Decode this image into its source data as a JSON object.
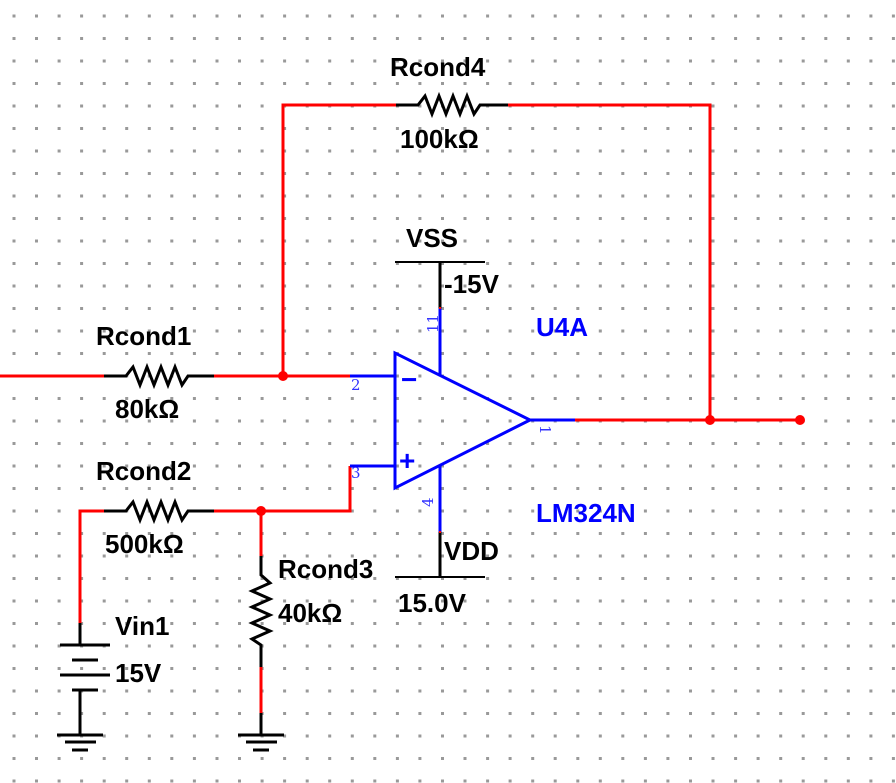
{
  "diagram": {
    "type": "schematic",
    "colors": {
      "wire": "#ff0000",
      "component": "#000000",
      "opamp": "#0000ff",
      "grid_dot": "#999999",
      "background": "#ffffff"
    },
    "components": {
      "rcond4": {
        "name": "Rcond4",
        "value": "100kΩ"
      },
      "rcond1": {
        "name": "Rcond1",
        "value": "80kΩ"
      },
      "rcond2": {
        "name": "Rcond2",
        "value": "500kΩ"
      },
      "rcond3": {
        "name": "Rcond3",
        "value": "40kΩ"
      },
      "vin1": {
        "name": "Vin1",
        "value": "15V"
      },
      "vss": {
        "name": "VSS",
        "value": "-15V"
      },
      "vdd": {
        "name": "VDD",
        "value": "15.0V"
      },
      "opamp": {
        "ref": "U4A",
        "part": "LM324N",
        "minus": "−",
        "plus": "+"
      }
    },
    "pins": {
      "inv": "2",
      "noninv": "3",
      "out": "1",
      "vneg": "11",
      "vpos": "4"
    }
  }
}
